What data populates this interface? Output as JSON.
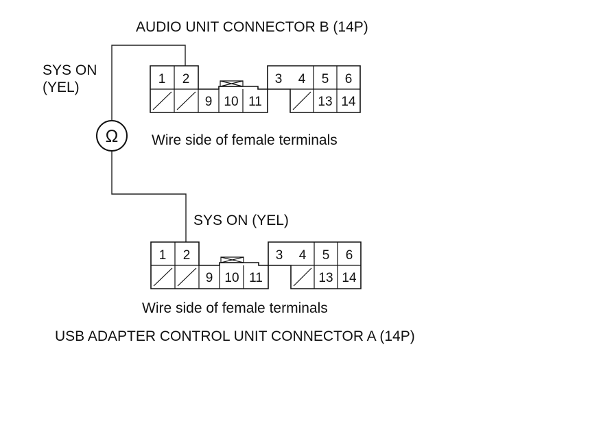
{
  "labels": {
    "connector_b_title": "AUDIO UNIT CONNECTOR B (14P)",
    "wire_top_line1": "SYS ON",
    "wire_top_line2": "(YEL)",
    "wire_bottom": "SYS ON (YEL)",
    "connector_a_title": "USB ADAPTER CONTROL UNIT CONNECTOR A (14P)"
  },
  "meter_symbol": "Ω",
  "connectors": [
    {
      "id": "b",
      "caption": "Wire side of female terminals",
      "top_row": [
        "1",
        "2",
        "3",
        "4",
        "5",
        "6"
      ],
      "bottom_row": [
        "9",
        "10",
        "11",
        "13",
        "14"
      ]
    },
    {
      "id": "a",
      "caption": "Wire side of female terminals",
      "top_row": [
        "1",
        "2",
        "3",
        "4",
        "5",
        "6"
      ],
      "bottom_row": [
        "9",
        "10",
        "11",
        "13",
        "14"
      ]
    }
  ]
}
